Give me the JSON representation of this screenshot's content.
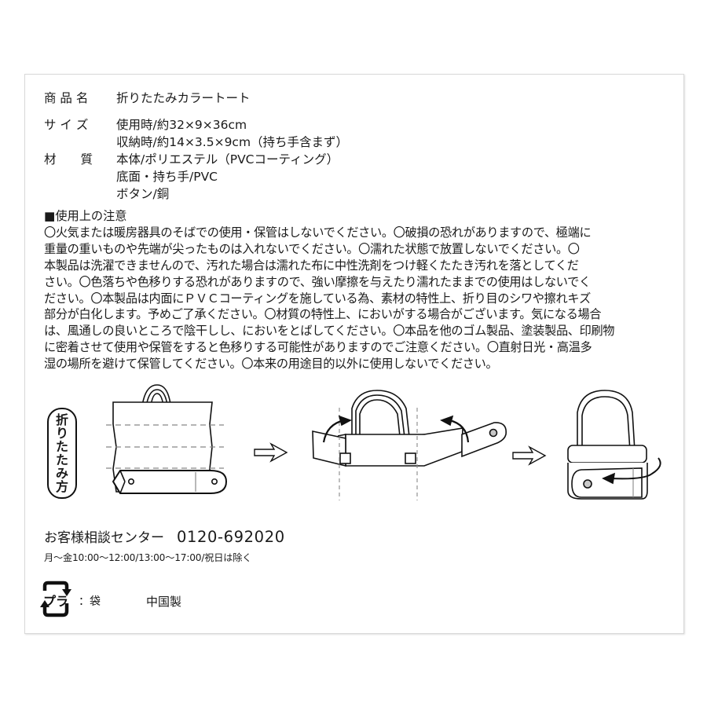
{
  "product": {
    "name_label": "商 品 名",
    "name_value": "折りたたみカラートート",
    "size_label": "サ イ ズ",
    "size_values": [
      "使用時/約32×9×36cm",
      "収納時/約14×3.5×9cm（持ち手含まず）"
    ],
    "material_label": "材　　質",
    "material_values": [
      "本体/ポリエステル（PVCコーティング）",
      "底面・持ち手/PVC",
      "ボタン/銅"
    ]
  },
  "notes": {
    "title": "■使用上の注意",
    "lines": [
      "〇火気または暖房器具のそばでの使用・保管はしないでください。〇破損の恐れがありますので、極端に",
      "重量の重いものや先端が尖ったものは入れないでください。〇濡れた状態で放置しないでください。〇",
      "本製品は洗濯できませんので、汚れた場合は濡れた布に中性洗剤をつけ軽くたたき汚れを落としてくだ",
      "さい。〇色落ちや色移りする恐れがありますので、強い摩擦を与えたり濡れたままでの使用はしないでく",
      "ださい。〇本製品は内面にＰＶＣコーティングを施している為、素材の特性上、折り目のシワや擦れキズ",
      "部分が白化します。予めご了承ください。〇材質の特性上、においがする場合がございます。気になる場合",
      "は、風通しの良いところで陰干しし、においをとばしてください。〇本品を他のゴム製品、塗装製品、印刷物",
      "に密着させて使用や保管をすると色移りする可能性がありますのでご注意ください。〇直射日光・高温多",
      "湿の場所を避けて保管してください。〇本来の用途目的以外に使用しないでください。"
    ]
  },
  "folding": {
    "badge_chars": [
      "折",
      "り",
      "た",
      "た",
      "み",
      "方"
    ],
    "steps": [
      "step-1-fold-bag",
      "step-2-fold-sides",
      "step-3-wrap-and-button"
    ],
    "arrow_icon": "right-arrow-icon"
  },
  "contact": {
    "title": "お客様相談センター",
    "phone": "0120-692020",
    "hours": "月～金10:00～12:00/13:00～17:00/祝日は除く"
  },
  "recycle": {
    "icon": "pla-recycle-icon",
    "icon_text": "プラ",
    "label": "：袋"
  },
  "origin": "中国製",
  "colors": {
    "text": "#1a1a1a",
    "frame_border": "#d8d8d8",
    "dash_line": "#888888",
    "button_fill": "#c8c8c8"
  }
}
